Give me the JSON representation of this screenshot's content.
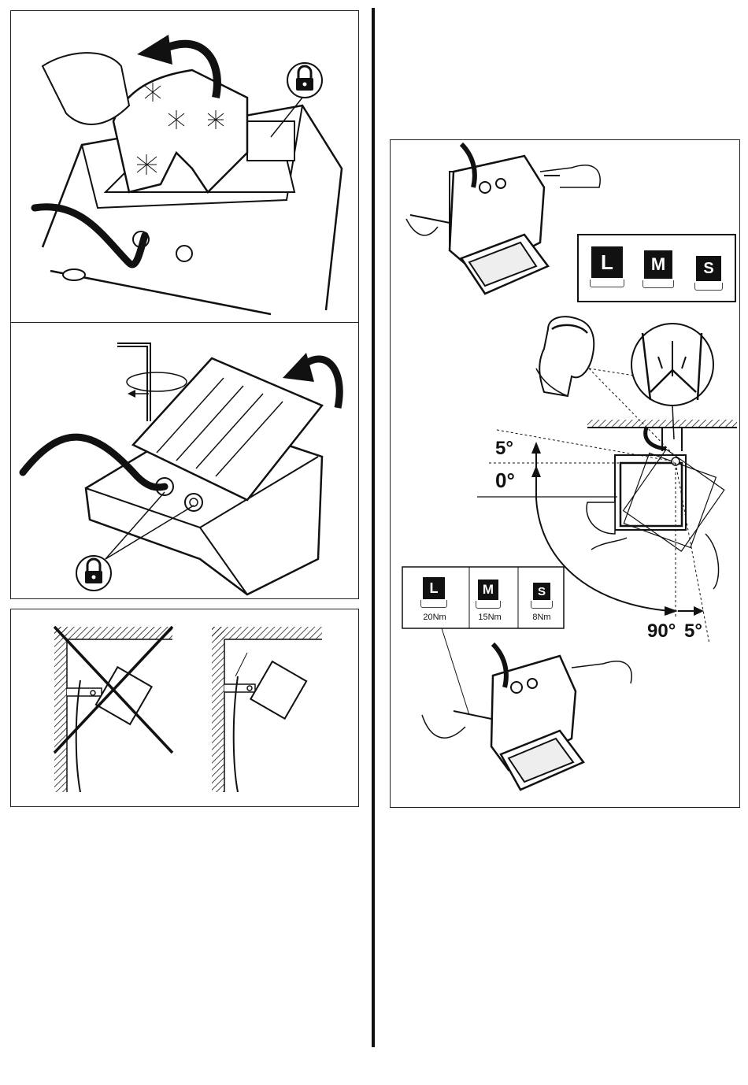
{
  "icons": {
    "lock_top": "padlock-icon",
    "lock_middle": "padlock-icon"
  },
  "adjustment": {
    "angle_up_label": "5°",
    "angle_zero_label": "0°",
    "angle_ninety_label": "90°",
    "angle_side_label": "5°"
  },
  "sizes_top": [
    {
      "letter": "L"
    },
    {
      "letter": "M"
    },
    {
      "letter": "S"
    }
  ],
  "torque_table": [
    {
      "letter": "L",
      "torque": "20Nm"
    },
    {
      "letter": "M",
      "torque": "15Nm"
    },
    {
      "letter": "S",
      "torque": "8Nm"
    }
  ]
}
